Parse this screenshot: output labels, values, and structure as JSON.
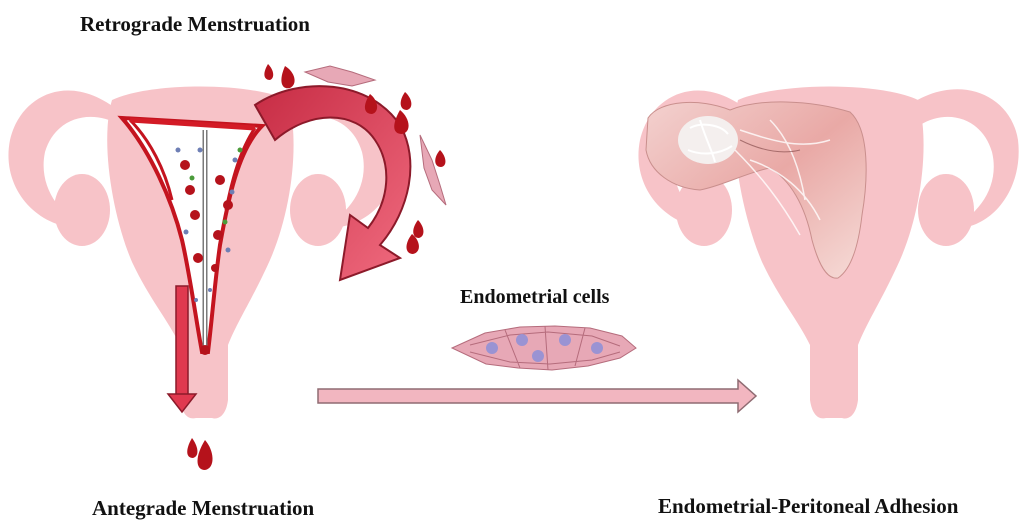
{
  "labels": {
    "retrograde": "Retrograde Menstruation",
    "antegrade": "Antegrade Menstruation",
    "endometrial_cells": "Endometrial cells",
    "adhesion": "Endometrial-Peritoneal Adhesion"
  },
  "colors": {
    "uterus_pink": "#f7c3c8",
    "blood_red": "#b5121b",
    "arrow_red": "#e0394f",
    "arrow_pink": "#f2b6c0",
    "cell_pink": "#e7a8b6",
    "nucleus": "#9a93d3"
  }
}
